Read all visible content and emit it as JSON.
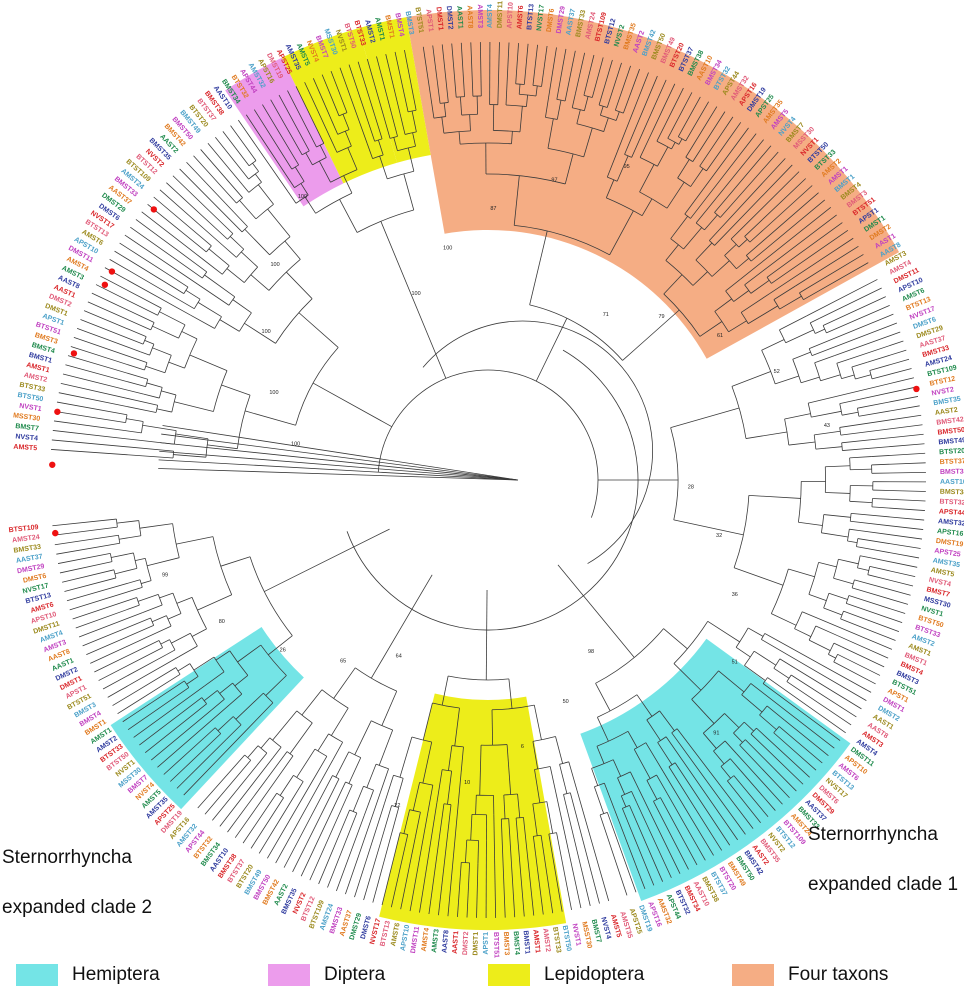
{
  "clade_labels": {
    "clade1_line1": "Sternorrhyncha",
    "clade1_line2": "expanded clade 1",
    "clade2_line1": "Sternorrhyncha",
    "clade2_line2": "expanded clade 2"
  },
  "legend": [
    {
      "label": "Hemiptera",
      "color": "#74e4e6"
    },
    {
      "label": "Diptera",
      "color": "#ec9cec"
    },
    {
      "label": "Lepidoptera",
      "color": "#eded1a"
    },
    {
      "label": "Four taxons",
      "color": "#f5ad84"
    }
  ],
  "tip_label_colors": [
    "#d9262a",
    "#2f3b9e",
    "#1f8a4c",
    "#e07a1f",
    "#c040c0",
    "#4aa0c8",
    "#9c8a1e",
    "#e05a78"
  ],
  "visible_tip_labels": [
    "AMST5",
    "NVST4",
    "BMST7",
    "MSST30",
    "NVST1",
    "BTST50",
    "BTST33",
    "AMST2",
    "AMST1",
    "BMST1",
    "BMST4",
    "BMST3",
    "BTST51",
    "APST1",
    "DMST1",
    "DMST2",
    "AAST1",
    "AAST8",
    "AMST3",
    "AMST4",
    "DMST11",
    "APST10",
    "AMST6",
    "BTST13",
    "NVST17",
    "DMST6",
    "DMST29",
    "AAST37",
    "BMST33",
    "AMST24",
    "BTST109",
    "BTST12",
    "NVST2",
    "BMST35",
    "AAST2",
    "BMST42",
    "BMST50",
    "BMST49",
    "BTST20",
    "BTST37",
    "BMST38",
    "AAST10",
    "BMST34",
    "BTST32",
    "APST44",
    "AMST32",
    "APST16",
    "DMST19",
    "APST25",
    "AMST35"
  ],
  "node_support_values": [
    "100",
    "100",
    "100",
    "100",
    "100",
    "100",
    "100",
    "87",
    "97",
    "95",
    "71",
    "79",
    "61",
    "52",
    "43",
    "28",
    "32",
    "36",
    "51",
    "91",
    "98",
    "50",
    "6",
    "10",
    "22",
    "64",
    "65",
    "26",
    "80",
    "99"
  ]
}
